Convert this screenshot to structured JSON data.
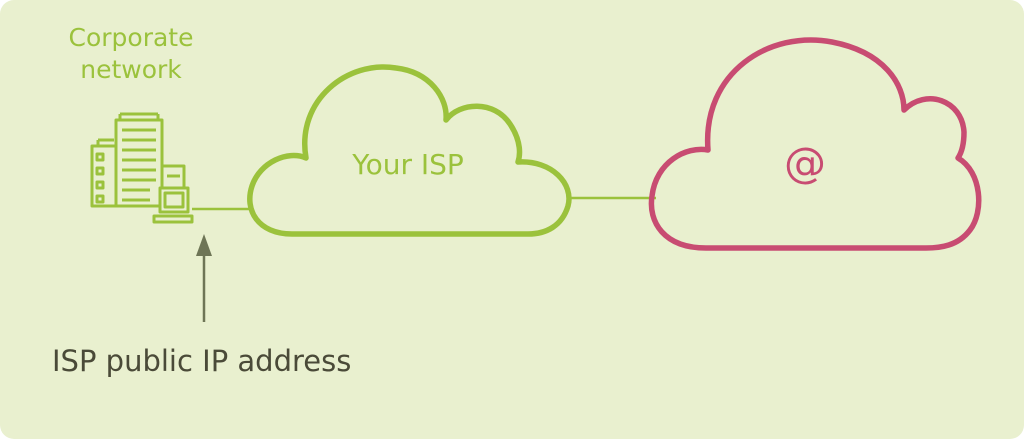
{
  "corporate_network": {
    "label_line1": "Corporate",
    "label_line2": "network",
    "icon": "office-building-icon"
  },
  "isp_cloud": {
    "label": "Your ISP",
    "color": "#9bc23c"
  },
  "internet_cloud": {
    "label": "@",
    "color": "#c84c72"
  },
  "annotation": {
    "label": "ISP public IP address",
    "arrow_color": "#6e7556"
  },
  "colors": {
    "background": "#e9f0cf",
    "accent_green": "#9bc23c",
    "accent_pink": "#c84c72",
    "text_dark": "#4a4a38"
  }
}
